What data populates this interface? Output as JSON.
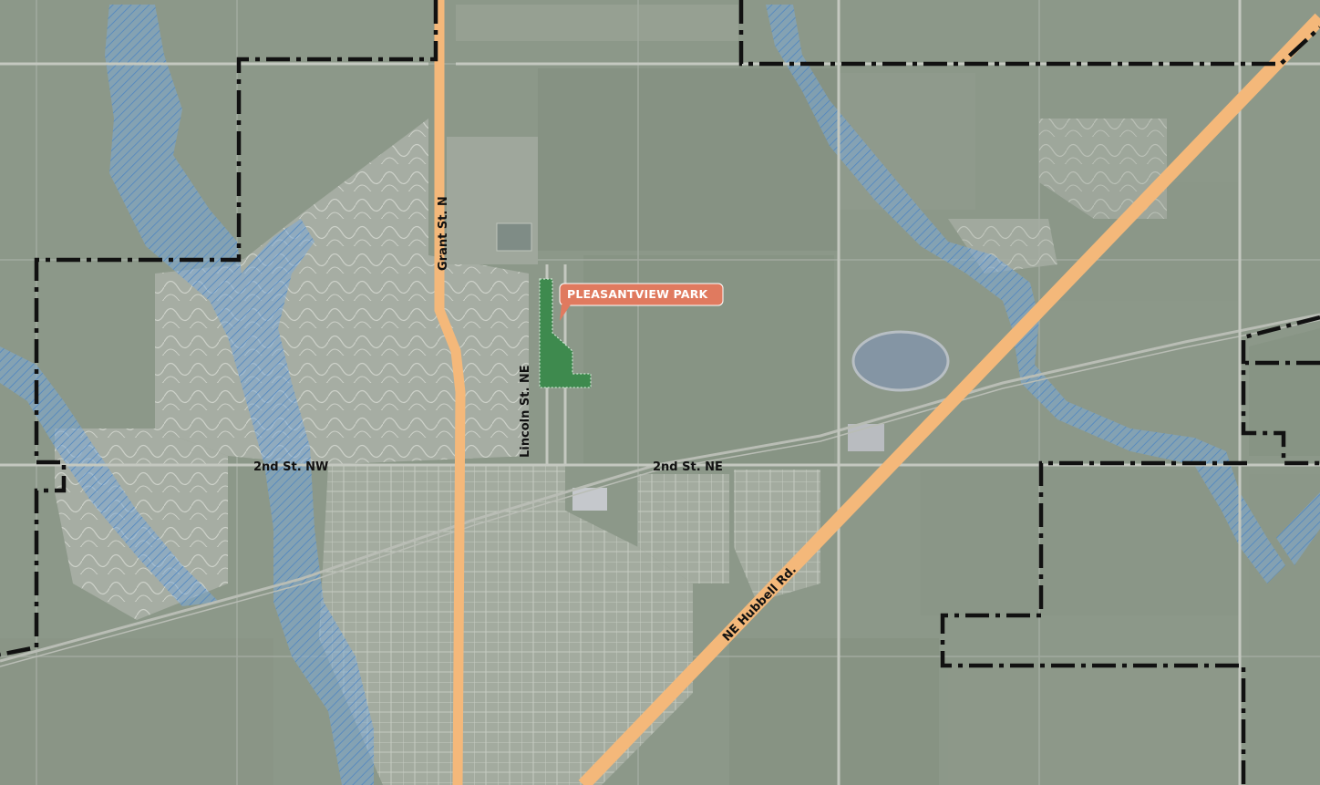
{
  "map": {
    "park_name": "PLEASANTVIEW PARK",
    "road_labels": {
      "grant": "Grant St. N",
      "lincoln": "Lincoln St. NE",
      "second_nw": "2nd St. NW",
      "second_ne": "2nd St. NE",
      "hubbell": "NE Hubbell Rd."
    },
    "colors": {
      "park_fill": "#3e8a4e",
      "callout": "#e07a5f",
      "major_road": "#f4b87a",
      "boundary": "#111111",
      "floodplain": "#6fa3d6",
      "lake": "#8a9aa8"
    },
    "legend_features": [
      "park",
      "city-boundary",
      "floodplain-hatch",
      "major-road"
    ]
  }
}
